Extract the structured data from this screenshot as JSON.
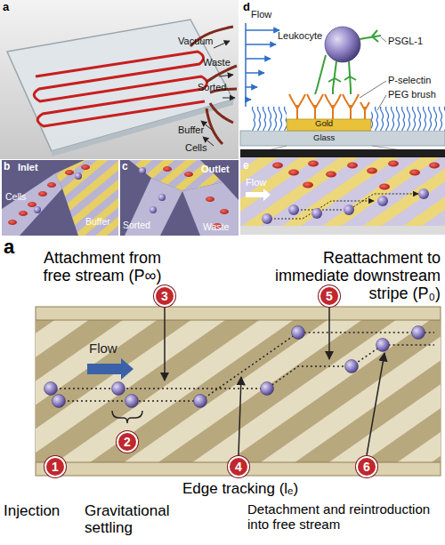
{
  "diagram": {
    "nodes": [
      {
        "text": [
          "1"
        ]
      },
      {
        "text": [
          "2"
        ]
      },
      {
        "text": [
          "3"
        ]
      },
      {
        "text": [
          "4"
        ]
      },
      {
        "text": [
          "5"
        ]
      },
      {
        "text": [
          "6"
        ]
      }
    ],
    "labels": [
      "a",
      "Vacuum",
      "Waste",
      "Sorted",
      "Buffer",
      "Cells",
      "d",
      "Leukocyte",
      "PSGL-1",
      "Flow",
      "P-selectin",
      "PEG brush",
      "Gold",
      "Glass",
      "b",
      "Inlet",
      "Cells",
      "Buffer",
      "c",
      "Outlet",
      "Sorted",
      "Waste",
      "e",
      "Flow",
      "a",
      "Attachment from free stream (P∞)",
      "Reattachment to immediate downstream stripe (P₀)",
      "Flow",
      "Injection",
      "Gravitational settling",
      "Edge tracking (lₑ)",
      "Detachment and reintroduction into free stream"
    ]
  }
}
